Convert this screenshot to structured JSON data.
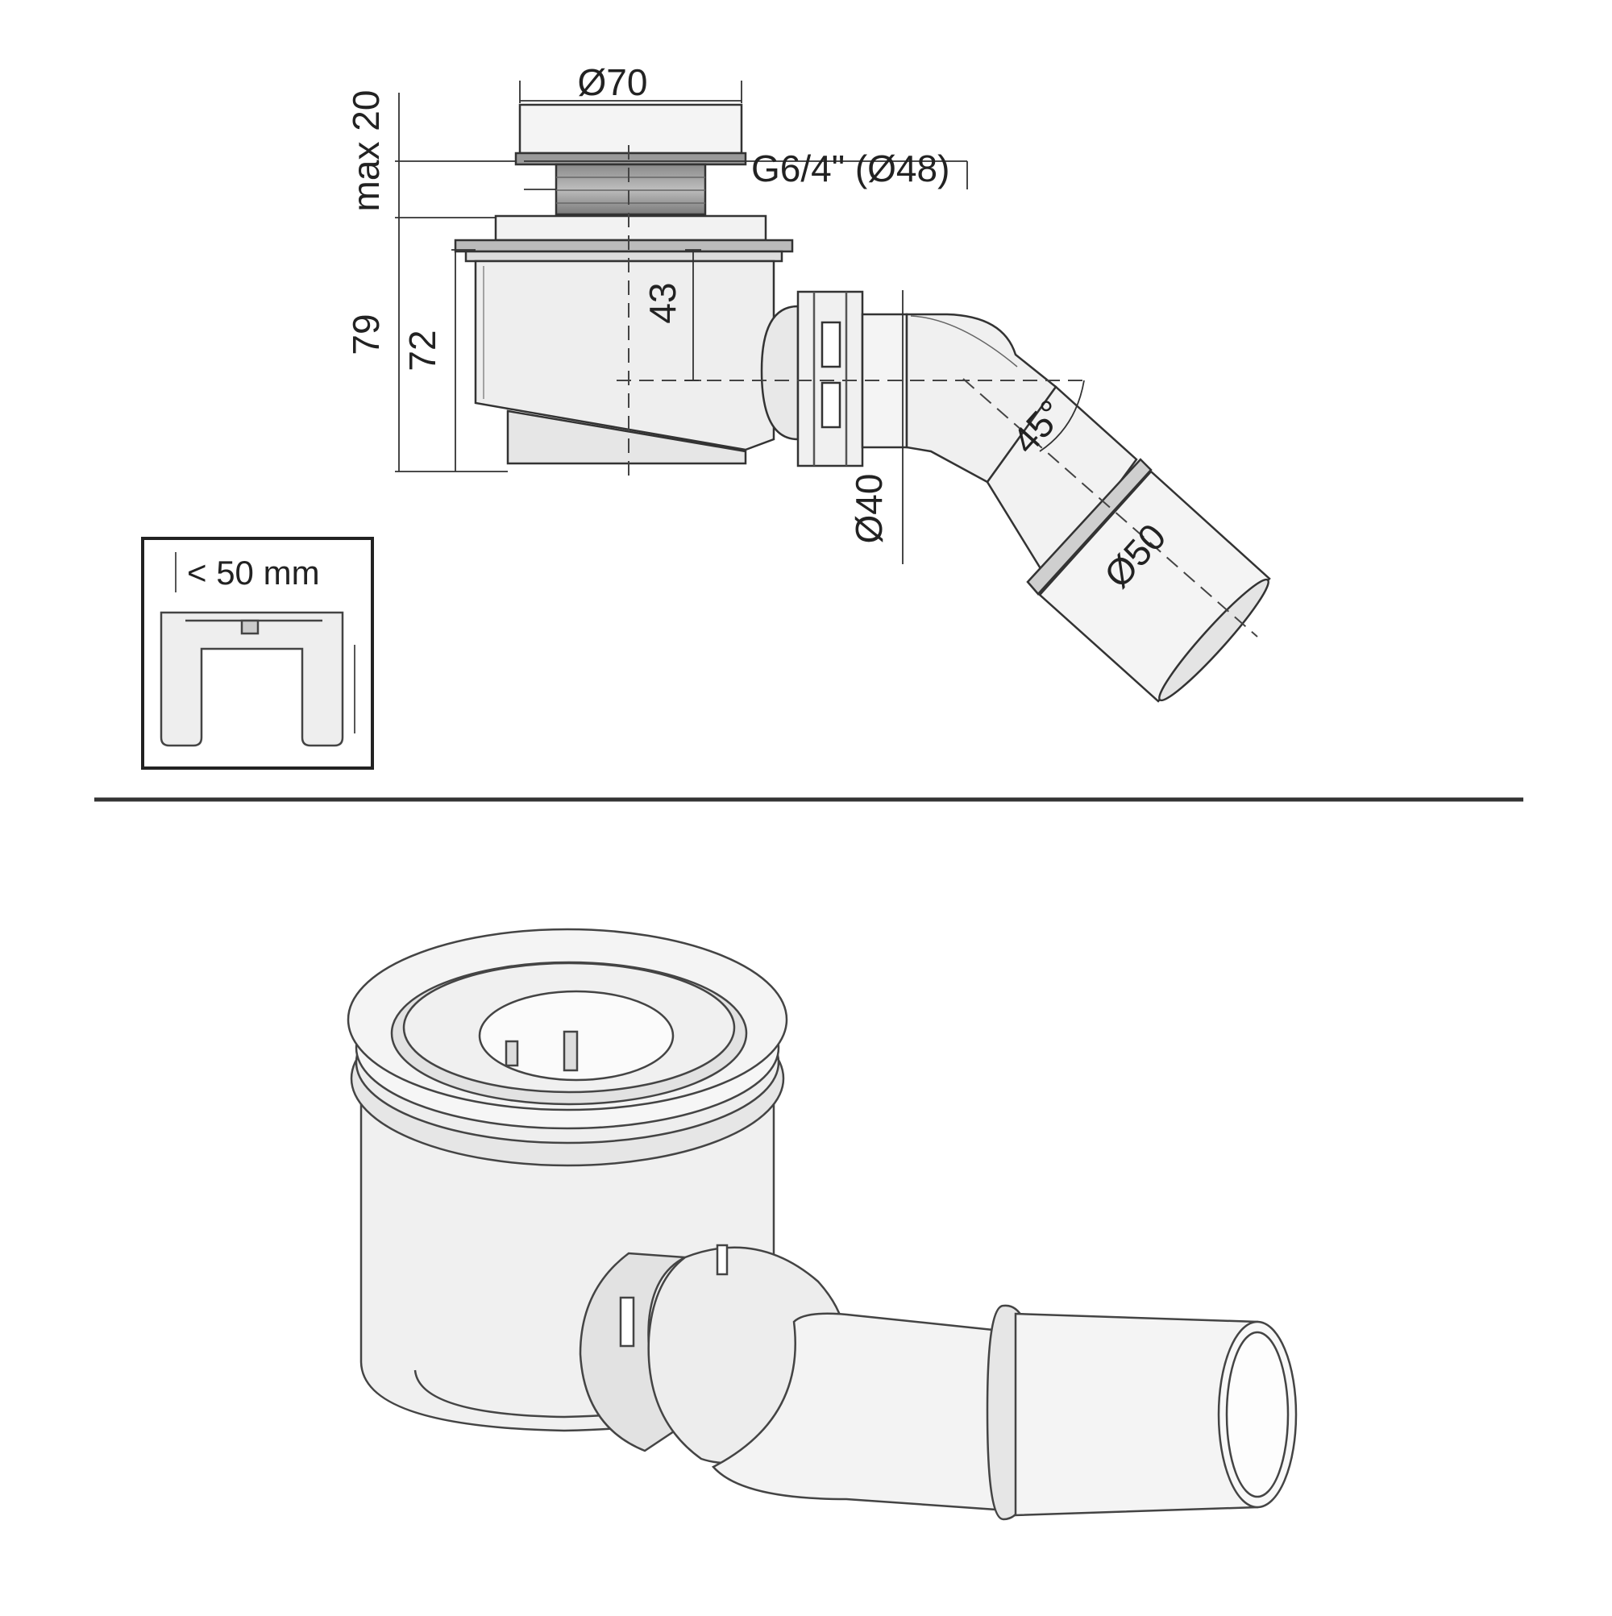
{
  "technical_drawing": {
    "dimensions": {
      "top_diameter": "Ø70",
      "thread": "G6/4\" (Ø48)",
      "max_height": "max 20",
      "total_height": "79",
      "body_height": "72",
      "outlet_height": "43",
      "angle": "45°",
      "outlet_inner_diameter": "Ø40",
      "outlet_outer_diameter": "Ø50"
    },
    "inset": {
      "water_seal": "< 50 mm"
    }
  },
  "colors": {
    "line": "#333333",
    "fill_light": "#f2f2f2",
    "fill_mid": "#dcdcdc",
    "fill_dark": "#9a9a9a"
  }
}
